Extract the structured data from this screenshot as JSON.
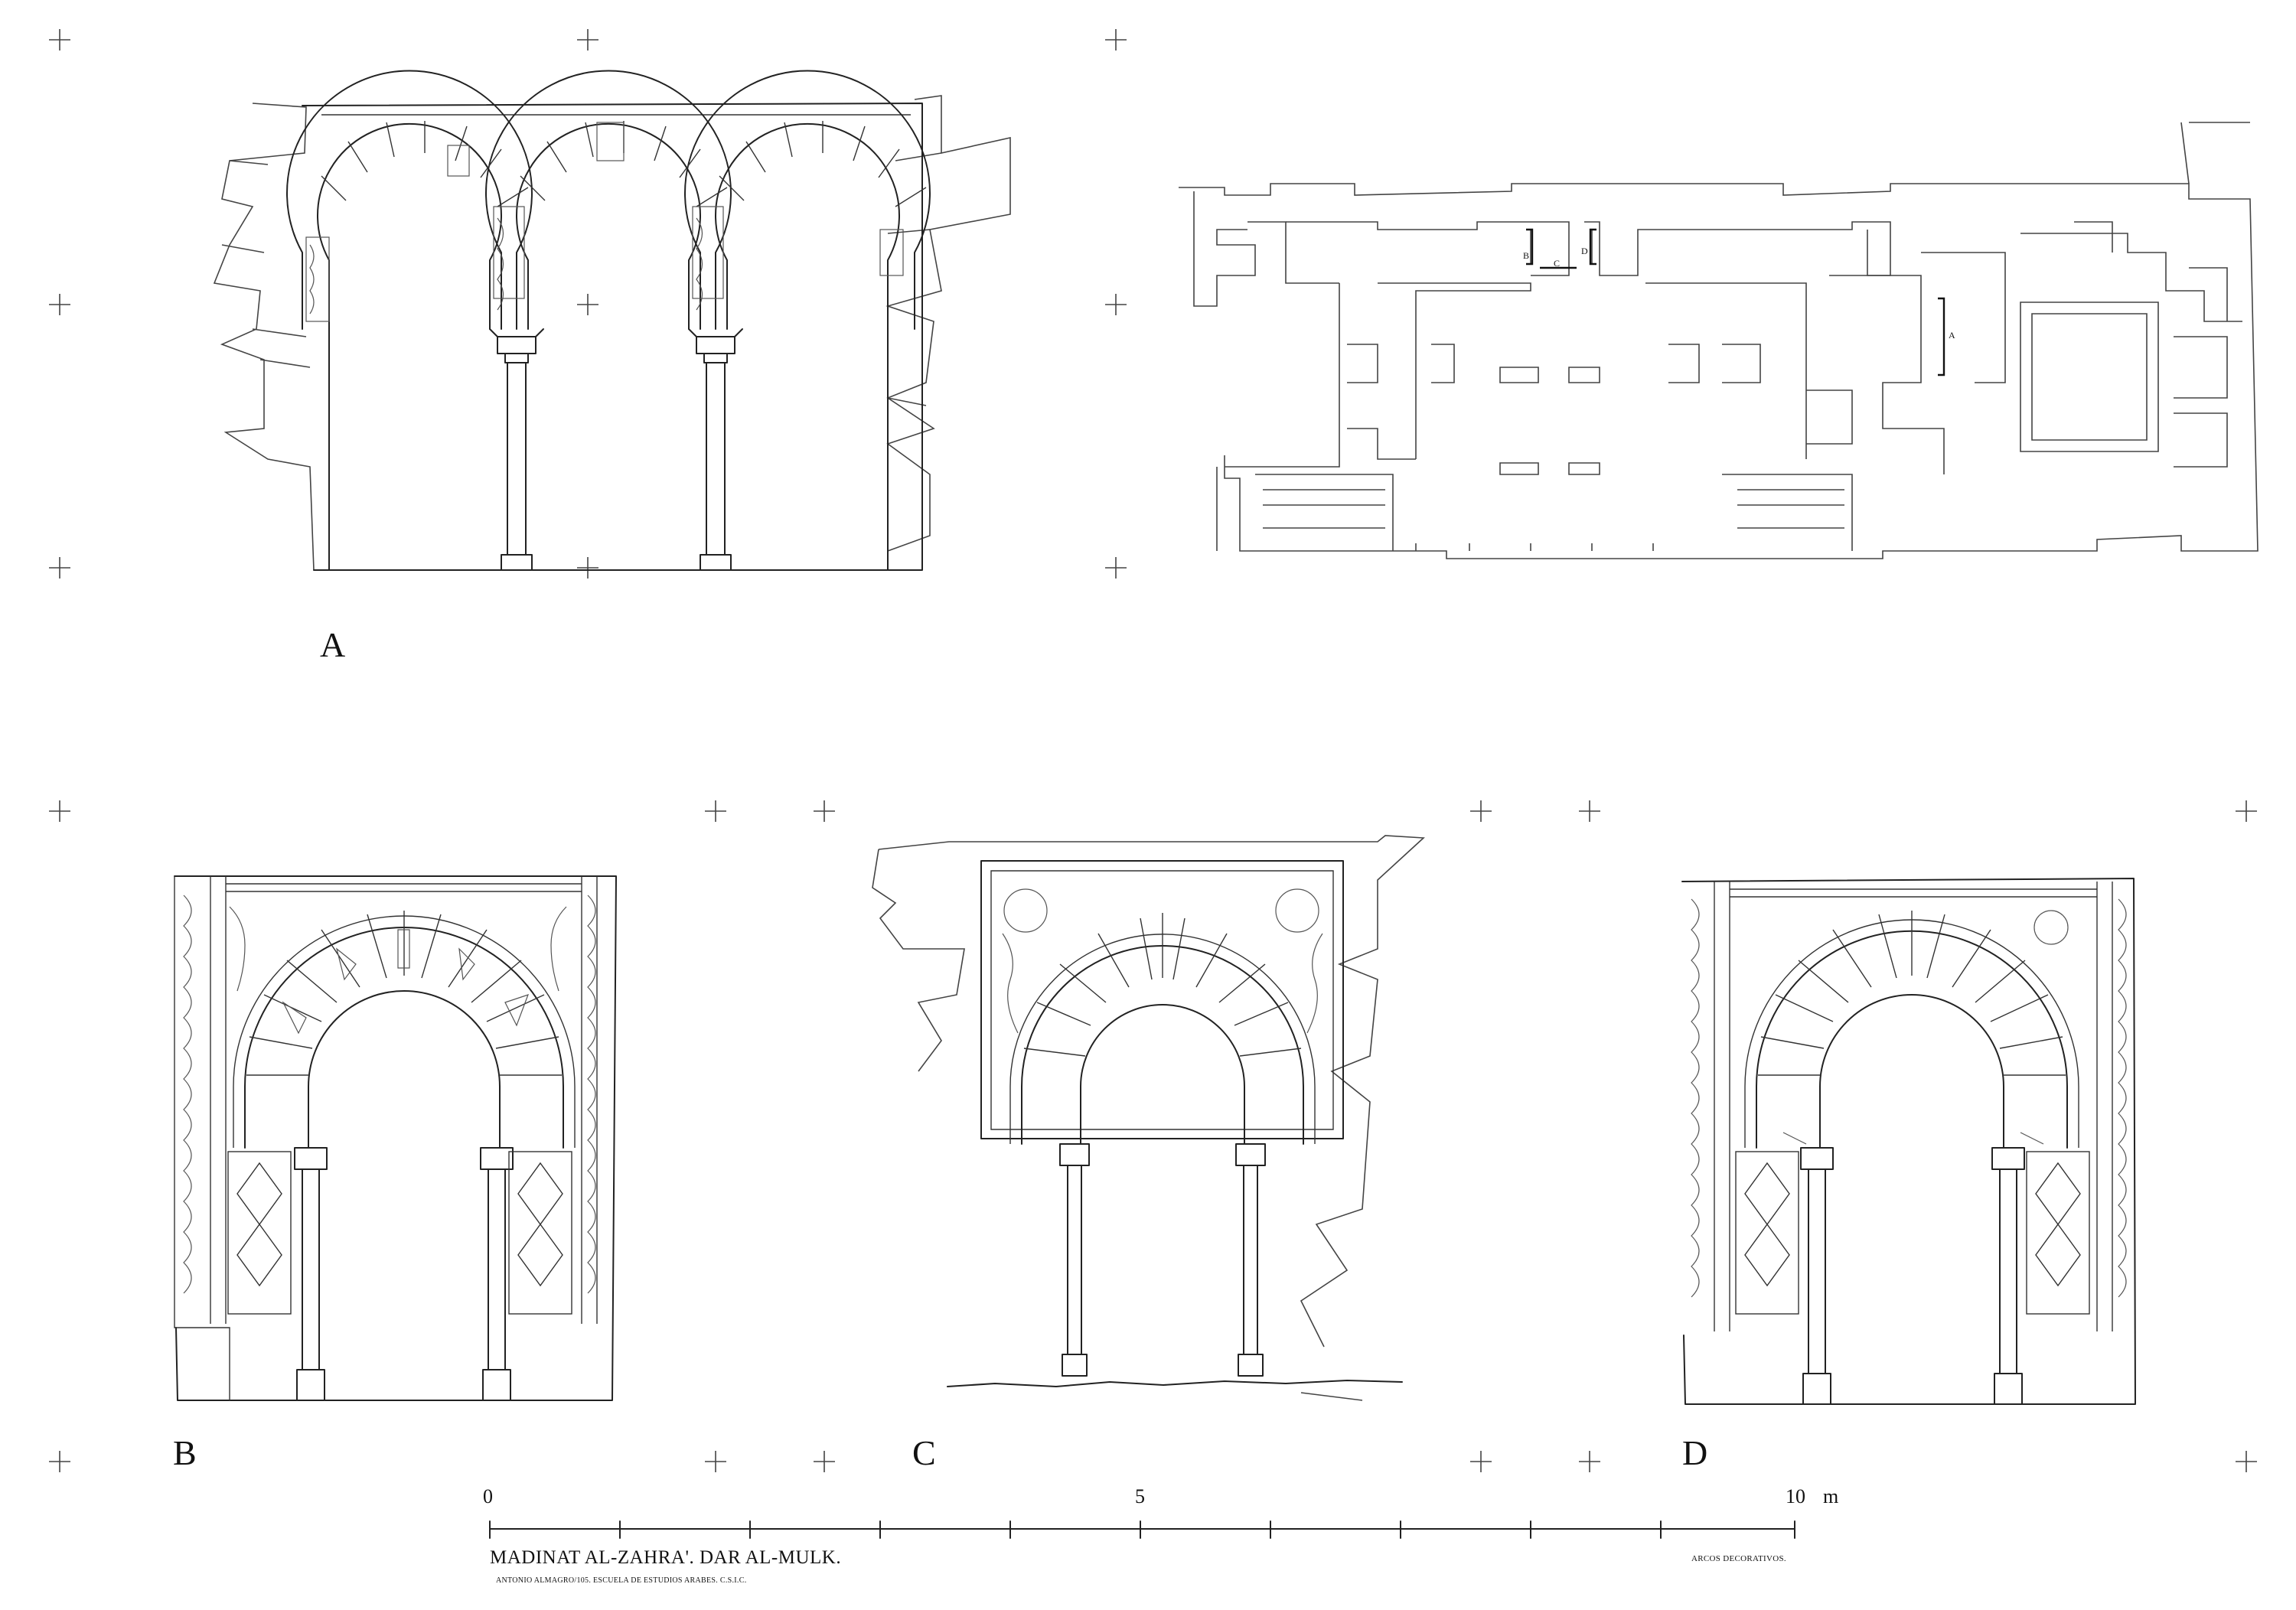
{
  "labels": {
    "a": "A",
    "b": "B",
    "c": "C",
    "d": "D"
  },
  "plan_markers": {
    "a": "A",
    "b": "B",
    "c": "C",
    "d": "D"
  },
  "scale": {
    "zero": "0",
    "five": "5",
    "ten": "10",
    "unit": "m"
  },
  "title": {
    "main": "MADINAT AL-ZAHRA'. DAR AL-MULK.",
    "author": "ANTONIO ALMAGRO/105. ESCUELA DE ESTUDIOS ARABES. C.S.I.C.",
    "sheet": "ARCOS DECORATIVOS."
  }
}
